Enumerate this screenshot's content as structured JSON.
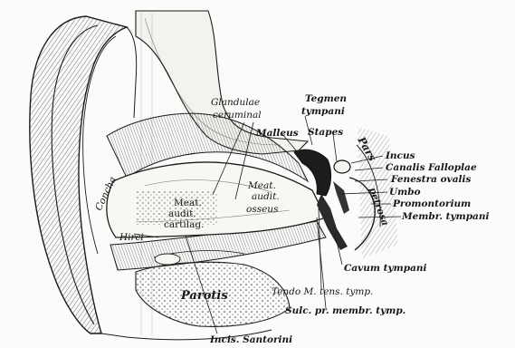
{
  "labels": {
    "glandulae_1": "Glandulae",
    "glandulae_2": "ceruminal",
    "tegmen_1": "Tegmen",
    "tegmen_2": "tympani",
    "malleus": "Malleus",
    "stapes": "Stapes",
    "pars": "Pars",
    "incus": "Incus",
    "canalis": "Canalis Falloplae",
    "fenestra": "Fenestra ovalis",
    "umbo": "Umbo",
    "promontorium": "Promontorium",
    "petrosa": "petrosa",
    "membr": "Membr. tympani",
    "concha": "Concha",
    "meat_cart_1": "Meat.",
    "meat_cart_2": "audit.",
    "meat_cart_3": "cartilag.",
    "hirci": "Hirci",
    "meat_oss_1": "Meat.",
    "meat_oss_2": "audit.",
    "meat_oss_3": "osseus",
    "cavum": "Cavum tympani",
    "parotis": "Parotis",
    "tendo": "Tendo M. tens. tymp.",
    "sulc": "Sulc. pr. membr. tymp.",
    "incis": "Incis. Santorini"
  }
}
